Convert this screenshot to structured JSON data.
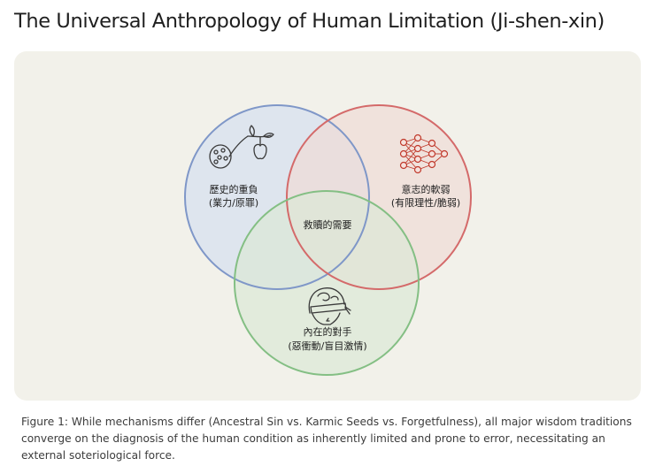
{
  "title": "The Universal Anthropology of Human Limitation (Ji-shen-xin)",
  "diagram": {
    "circles": [
      {
        "id": "ji",
        "label_line1": "歷史的重負",
        "label_line2": "(業力/原罪)",
        "fill": "#dbe3ef",
        "stroke": "#7f97c8",
        "icon": "lotus-seed-pod-apple-icon"
      },
      {
        "id": "shen",
        "label_line1": "意志的軟弱",
        "label_line2": "(有限理性/脆弱)",
        "fill": "#f0dcd6",
        "stroke": "#d46a6a",
        "icon": "neural-network-icon"
      },
      {
        "id": "xin",
        "label_line1": "內在的對手",
        "label_line2": "(惡衝動/盲目激情)",
        "fill": "#dbe8d6",
        "stroke": "#84bf84",
        "icon": "blindfolded-head-icon"
      }
    ],
    "center_label": "救贖的需要"
  },
  "caption": "Figure 1: While mechanisms differ (Ancestral Sin vs. Karmic Seeds vs. Forgetfulness), all major wisdom traditions converge on the diagnosis of the human condition as inherently limited and prone to error, necessitating an external soteriological force."
}
